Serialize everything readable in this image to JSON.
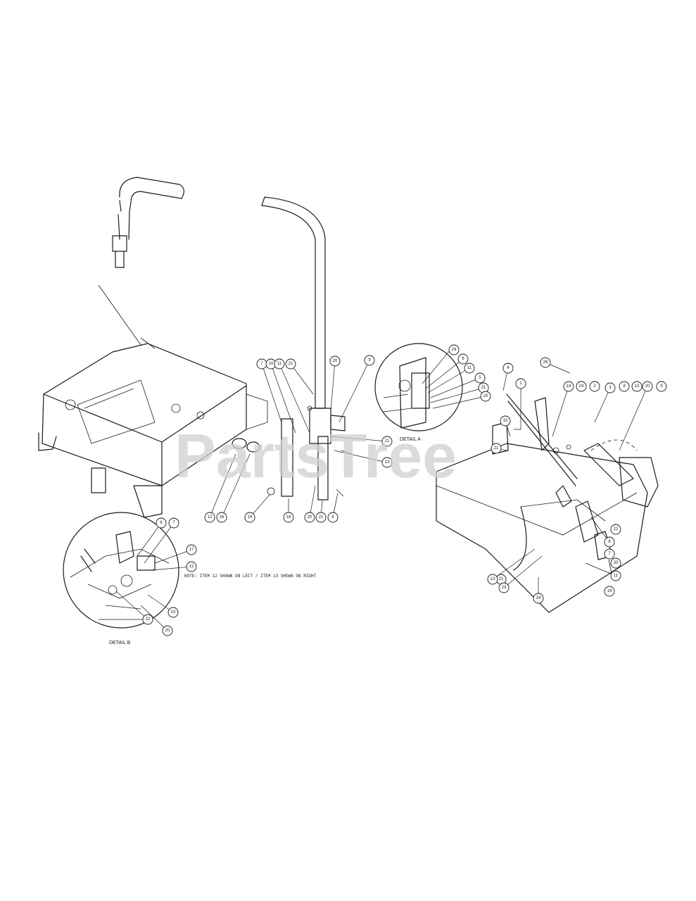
{
  "watermark": "PartsTree",
  "note_text": "NOTE: ITEM 12 SHOWN ON LEFT / ITEM 13 SHOWN ON RIGHT",
  "detail_b_label": "DETAIL B",
  "detail_a_label": "DETAIL A",
  "callouts": [
    {
      "n": "7"
    },
    {
      "n": "10"
    },
    {
      "n": "11"
    },
    {
      "n": "21"
    },
    {
      "n": "20"
    },
    {
      "n": "9"
    },
    {
      "n": "21"
    },
    {
      "n": "13"
    },
    {
      "n": "12"
    },
    {
      "n": "16"
    },
    {
      "n": "19"
    },
    {
      "n": "18"
    },
    {
      "n": "20"
    },
    {
      "n": "21"
    },
    {
      "n": "8"
    },
    {
      "n": "6"
    },
    {
      "n": "7"
    },
    {
      "n": "17"
    },
    {
      "n": "12"
    },
    {
      "n": "23"
    },
    {
      "n": "20"
    },
    {
      "n": "22"
    },
    {
      "n": "24"
    },
    {
      "n": "8"
    },
    {
      "n": "11"
    },
    {
      "n": "5"
    },
    {
      "n": "21"
    },
    {
      "n": "20"
    },
    {
      "n": "4"
    },
    {
      "n": "1"
    },
    {
      "n": "26"
    },
    {
      "n": "14"
    },
    {
      "n": "24"
    },
    {
      "n": "2"
    },
    {
      "n": "3"
    },
    {
      "n": "8"
    },
    {
      "n": "13"
    },
    {
      "n": "20"
    },
    {
      "n": "9"
    },
    {
      "n": "21"
    },
    {
      "n": "10"
    },
    {
      "n": "8"
    },
    {
      "n": "7"
    },
    {
      "n": "11"
    },
    {
      "n": "12"
    },
    {
      "n": "20"
    },
    {
      "n": "19"
    },
    {
      "n": "21"
    },
    {
      "n": "13"
    },
    {
      "n": "23"
    },
    {
      "n": "24"
    }
  ]
}
